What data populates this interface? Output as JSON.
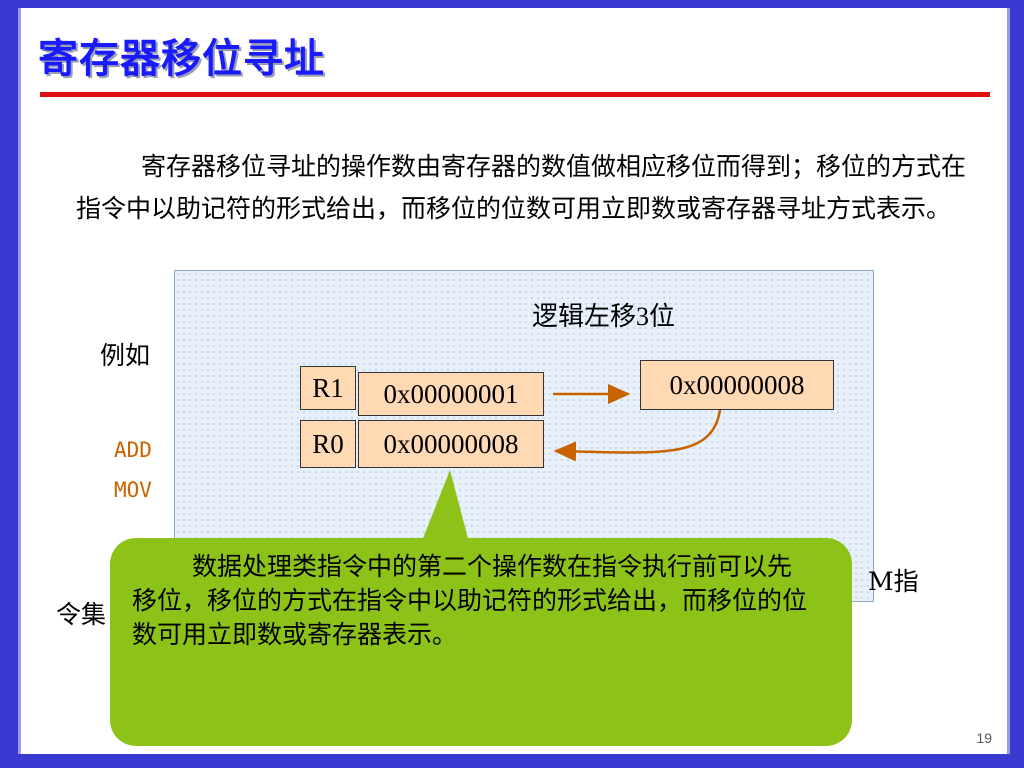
{
  "title": "寄存器移位寻址",
  "intro": "寄存器移位寻址的操作数由寄存器的数值做相应移位而得到；移位的方式在指令中以助记符的形式给出，而移位的位数可用立即数或寄存器寻址方式表示。",
  "example_label": "例如",
  "diagram": {
    "shift_label": "逻辑左移3位",
    "r1_label": "R1",
    "r1_value": "0x00000001",
    "r0_label": "R0",
    "r0_value": "0x00000008",
    "result_value": "0x00000008"
  },
  "code": {
    "add": "ADD",
    "mov": "MOV"
  },
  "partial_right": "M指",
  "partial_left": "令集",
  "callout_text": "数据处理类指令中的第二个操作数在指令执行前可以先移位，移位的方式在指令中以助记符的形式给出，而移位的位数可用立即数或寄存器表示。",
  "page_number": "19",
  "colors": {
    "frame": "#3a3ad0",
    "title": "#1a1aff",
    "rule": "#e01010",
    "box_fill": "#ffd9b3",
    "arrow": "#c86400",
    "callout": "#8dc319"
  }
}
